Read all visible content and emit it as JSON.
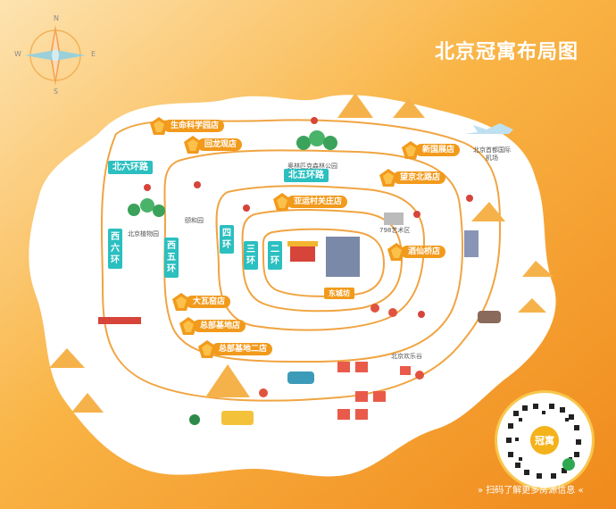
{
  "title": "北京冠寓布局图",
  "compass": {
    "n": "N",
    "s": "S",
    "e": "E",
    "w": "W"
  },
  "ring_roads": {
    "r6h": "北六环路",
    "r5h": "北五环路",
    "r6v": "西六环",
    "r5v": "西五环",
    "r4v": "四环",
    "r3v": "三环",
    "r2v": "二环"
  },
  "stores": [
    {
      "id": "s1",
      "label": "生命科学园店"
    },
    {
      "id": "s2",
      "label": "回龙观店"
    },
    {
      "id": "s3",
      "label": "新国展店"
    },
    {
      "id": "s4",
      "label": "望京北路店"
    },
    {
      "id": "s5",
      "label": "亚运村关庄店"
    },
    {
      "id": "s6",
      "label": "酒仙桥店"
    },
    {
      "id": "s7",
      "label": "大瓦窑店"
    },
    {
      "id": "s8",
      "label": "总部基地店"
    },
    {
      "id": "s9",
      "label": "总部基地二店"
    }
  ],
  "landmarks": {
    "olympic": "奥林匹克森林公园",
    "airport": "北京首都国际机场",
    "summer_palace": "颐和园",
    "botanical": "北京植物园",
    "art798": "798艺术区",
    "happy_valley": "北京欢乐谷",
    "dongcheng": "东城坊"
  },
  "qr": {
    "badge": "冠寓"
  },
  "footer": "扫码了解更多房源信息",
  "colors": {
    "bg_orange": "#f5a320",
    "accent_teal": "#2bbfc0",
    "store_orange": "#f29a1c"
  }
}
